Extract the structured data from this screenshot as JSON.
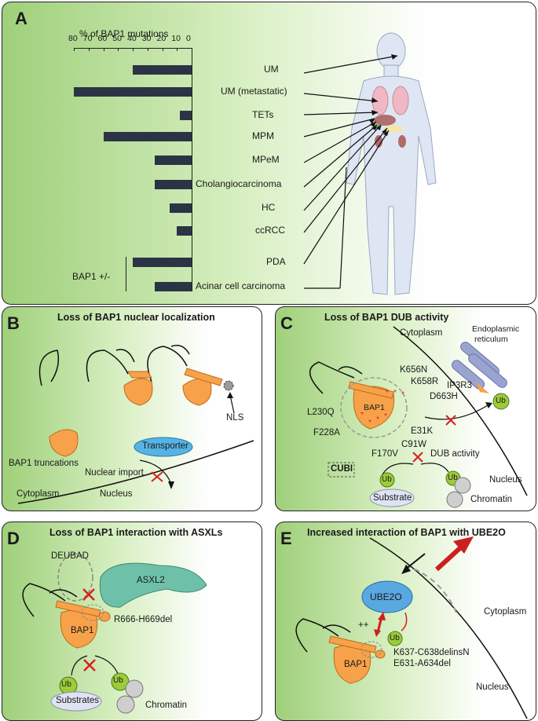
{
  "panelA": {
    "letter": "A",
    "axis_title": "% of BAP1 mutations",
    "ticks": [
      "80",
      "70",
      "60",
      "50",
      "40",
      "30",
      "20",
      "10",
      "0"
    ],
    "bap1_group_label": "BAP1 +/-",
    "labels": [
      "UM",
      "UM (metastatic)",
      "TETs",
      "MPM",
      "MPeM",
      "Cholangiocarcinoma",
      "HC",
      "ccRCC",
      "PDA",
      "Acinar cell carcinoma"
    ]
  },
  "chart_data": {
    "type": "bar",
    "orientation": "horizontal",
    "xlabel": "% of BAP1 mutations",
    "xlim": [
      0,
      80
    ],
    "categories": [
      "UM",
      "UM (metastatic)",
      "TETs",
      "MPM",
      "MPeM",
      "Cholangiocarcinoma",
      "HC",
      "ccRCC",
      "PDA",
      "Acinar cell carcinoma"
    ],
    "values": [
      40,
      80,
      8,
      60,
      25,
      25,
      15,
      10,
      40,
      25
    ],
    "groups": [
      {
        "label": "BAP1 +/-",
        "categories": [
          "PDA",
          "Acinar cell carcinoma"
        ]
      }
    ],
    "colors": {
      "bar": "#2b3444"
    }
  },
  "panelB": {
    "letter": "B",
    "title": "Loss of BAP1 nuclear localization",
    "nls": "NLS",
    "truncations": "BAP1 truncations",
    "transporter": "Transporter",
    "nuclear_import": "Nuclear import",
    "cytoplasm": "Cytoplasm",
    "nucleus": "Nucleus"
  },
  "panelC": {
    "letter": "C",
    "title": "Loss of BAP1 DUB activity",
    "er": "Endoplasmic",
    "er2": "reticulum",
    "cytoplasm": "Cytoplasm",
    "ip3r3": "IP3R3",
    "ub": "Ub",
    "bap1": "BAP1",
    "mutations": [
      "K656N",
      "K658R",
      "D663H",
      "L230Q",
      "F228A",
      "E31K",
      "C91W",
      "F170V"
    ],
    "cubi": "CUBI",
    "dub": "DUB activity",
    "substrate": "Substrate",
    "chromatin": "Chromatin",
    "nucleus": "Nucleus"
  },
  "panelD": {
    "letter": "D",
    "title": "Loss of BAP1 interaction with ASXLs",
    "deubad": "DEUBAD",
    "asxl": "ASXL2",
    "mutation": "R666-H669del",
    "bap1": "BAP1",
    "ub": "Ub",
    "substrates": "Substrates",
    "chromatin": "Chromatin"
  },
  "panelE": {
    "letter": "E",
    "title": "Increased interaction of BAP1 with UBE2O",
    "ube2o": "UBE2O",
    "cytoplasm": "Cytoplasm",
    "plusplus": "++",
    "ub": "Ub",
    "mut1": "K637-C638delinsN",
    "mut2": "E631-A634del",
    "bap1": "BAP1",
    "nucleus": "Nucleus"
  }
}
